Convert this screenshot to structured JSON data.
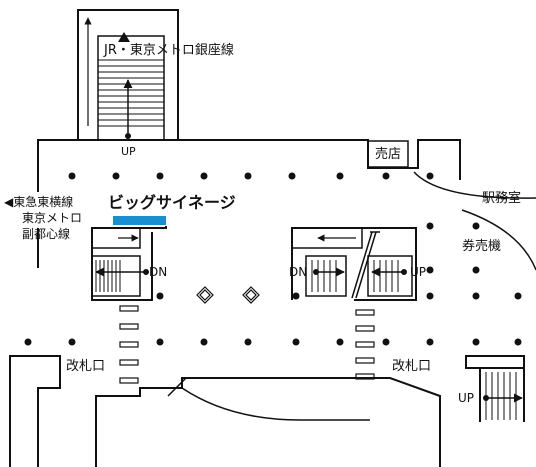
{
  "labels": {
    "jr_line": "JR・東京メトロ銀座線",
    "up_top": "UP",
    "kiosk": "売店",
    "station_office": "駅務室",
    "tokyu_line_1": "◀東急東横線",
    "tokyu_line_2": "東京メトロ",
    "tokyu_line_3": "副都心線",
    "big_signage": "ビッグサイネージ",
    "ticket_machines": "券売機",
    "dn_left": "DN",
    "dn_right": "DN",
    "up_right": "UP",
    "gate_left": "改札口",
    "gate_right": "改札口",
    "up_bottom": "UP"
  },
  "colors": {
    "signage": "#1a8fd0",
    "line": "#111111"
  }
}
